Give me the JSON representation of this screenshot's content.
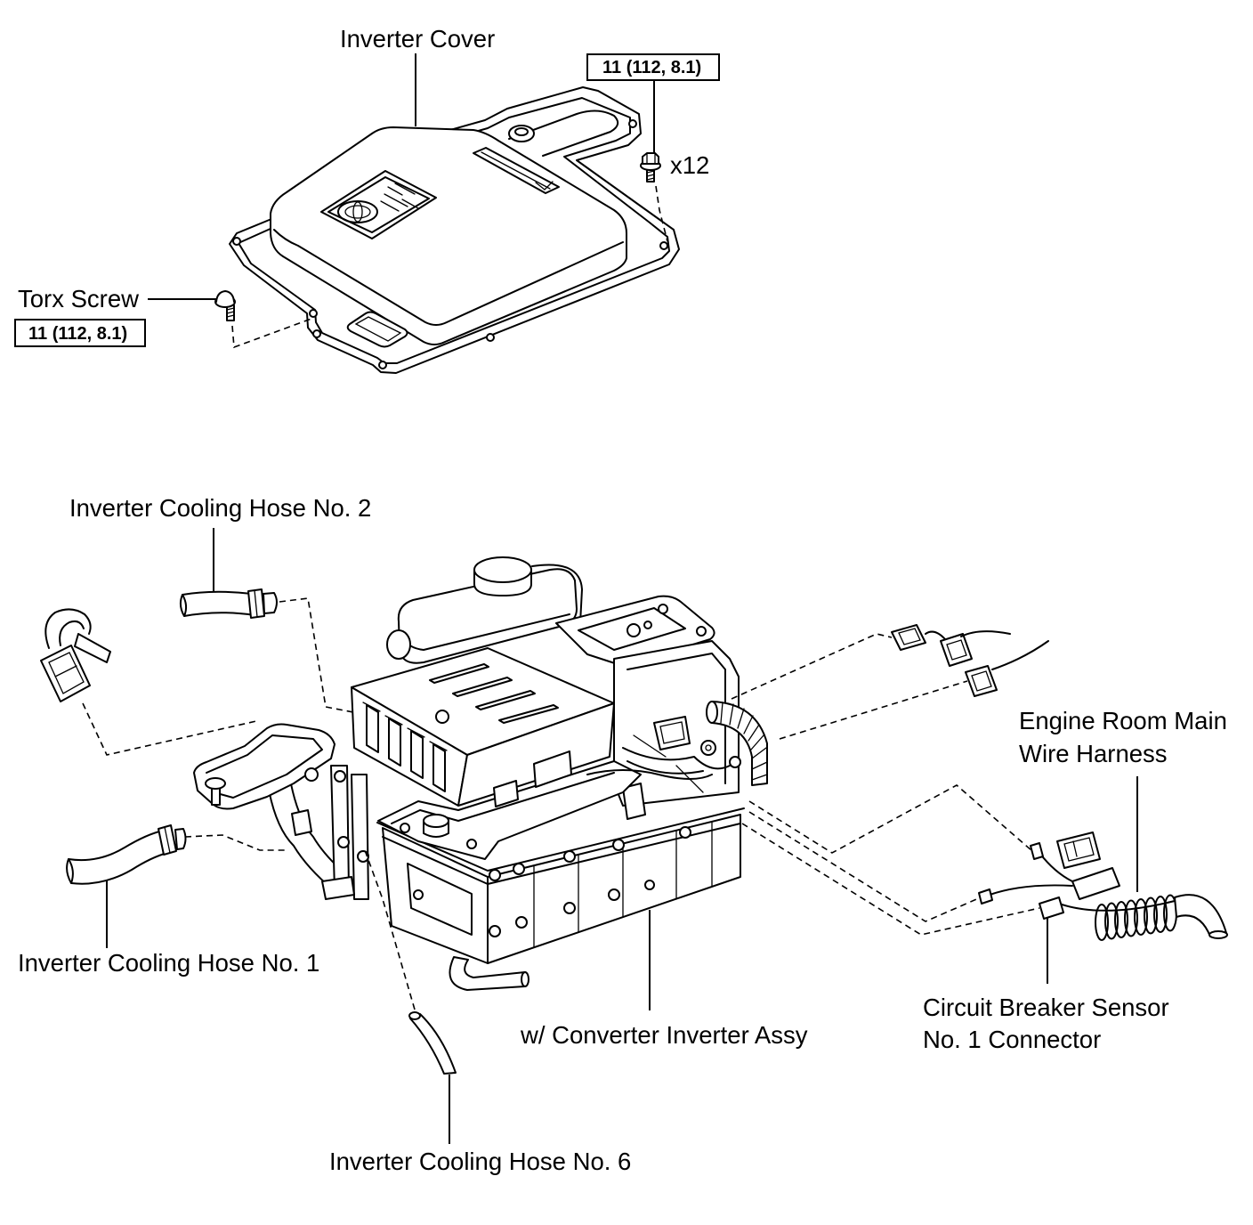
{
  "diagram": {
    "cover": {
      "label": "Inverter Cover",
      "bolt_torque": "11 (112, 8.1)",
      "bolt_quantity": "x12"
    },
    "torx_screw": {
      "label": "Torx Screw",
      "torque": "11 (112, 8.1)"
    },
    "hoses": {
      "no2": "Inverter Cooling Hose No. 2",
      "no1": "Inverter Cooling Hose No. 1",
      "no6": "Inverter Cooling Hose No. 6"
    },
    "harness": {
      "line1": "Engine Room Main",
      "line2": "Wire Harness"
    },
    "breaker_connector": {
      "line1": "Circuit Breaker Sensor",
      "line2": "No. 1 Connector"
    },
    "assembly": {
      "label": "w/ Converter Inverter Assy"
    },
    "colors": {
      "ink": "#000000",
      "paper": "#ffffff"
    }
  }
}
